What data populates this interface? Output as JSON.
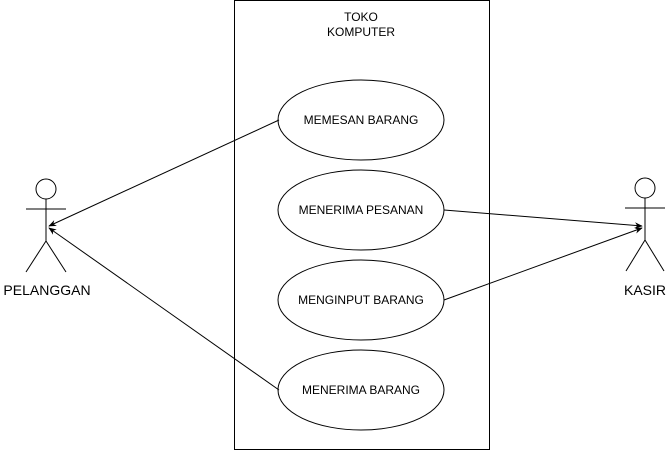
{
  "system": {
    "title_line1": "TOKO",
    "title_line2": "KOMPUTER"
  },
  "actors": {
    "left": {
      "name": "PELANGGAN"
    },
    "right": {
      "name": "KASIR"
    }
  },
  "use_cases": [
    {
      "label": "MEMESAN BARANG"
    },
    {
      "label": "MENERIMA PESANAN"
    },
    {
      "label": "MENGINPUT BARANG"
    },
    {
      "label": "MENERIMA BARANG"
    }
  ],
  "colors": {
    "stroke": "#000000",
    "background": "#ffffff"
  }
}
